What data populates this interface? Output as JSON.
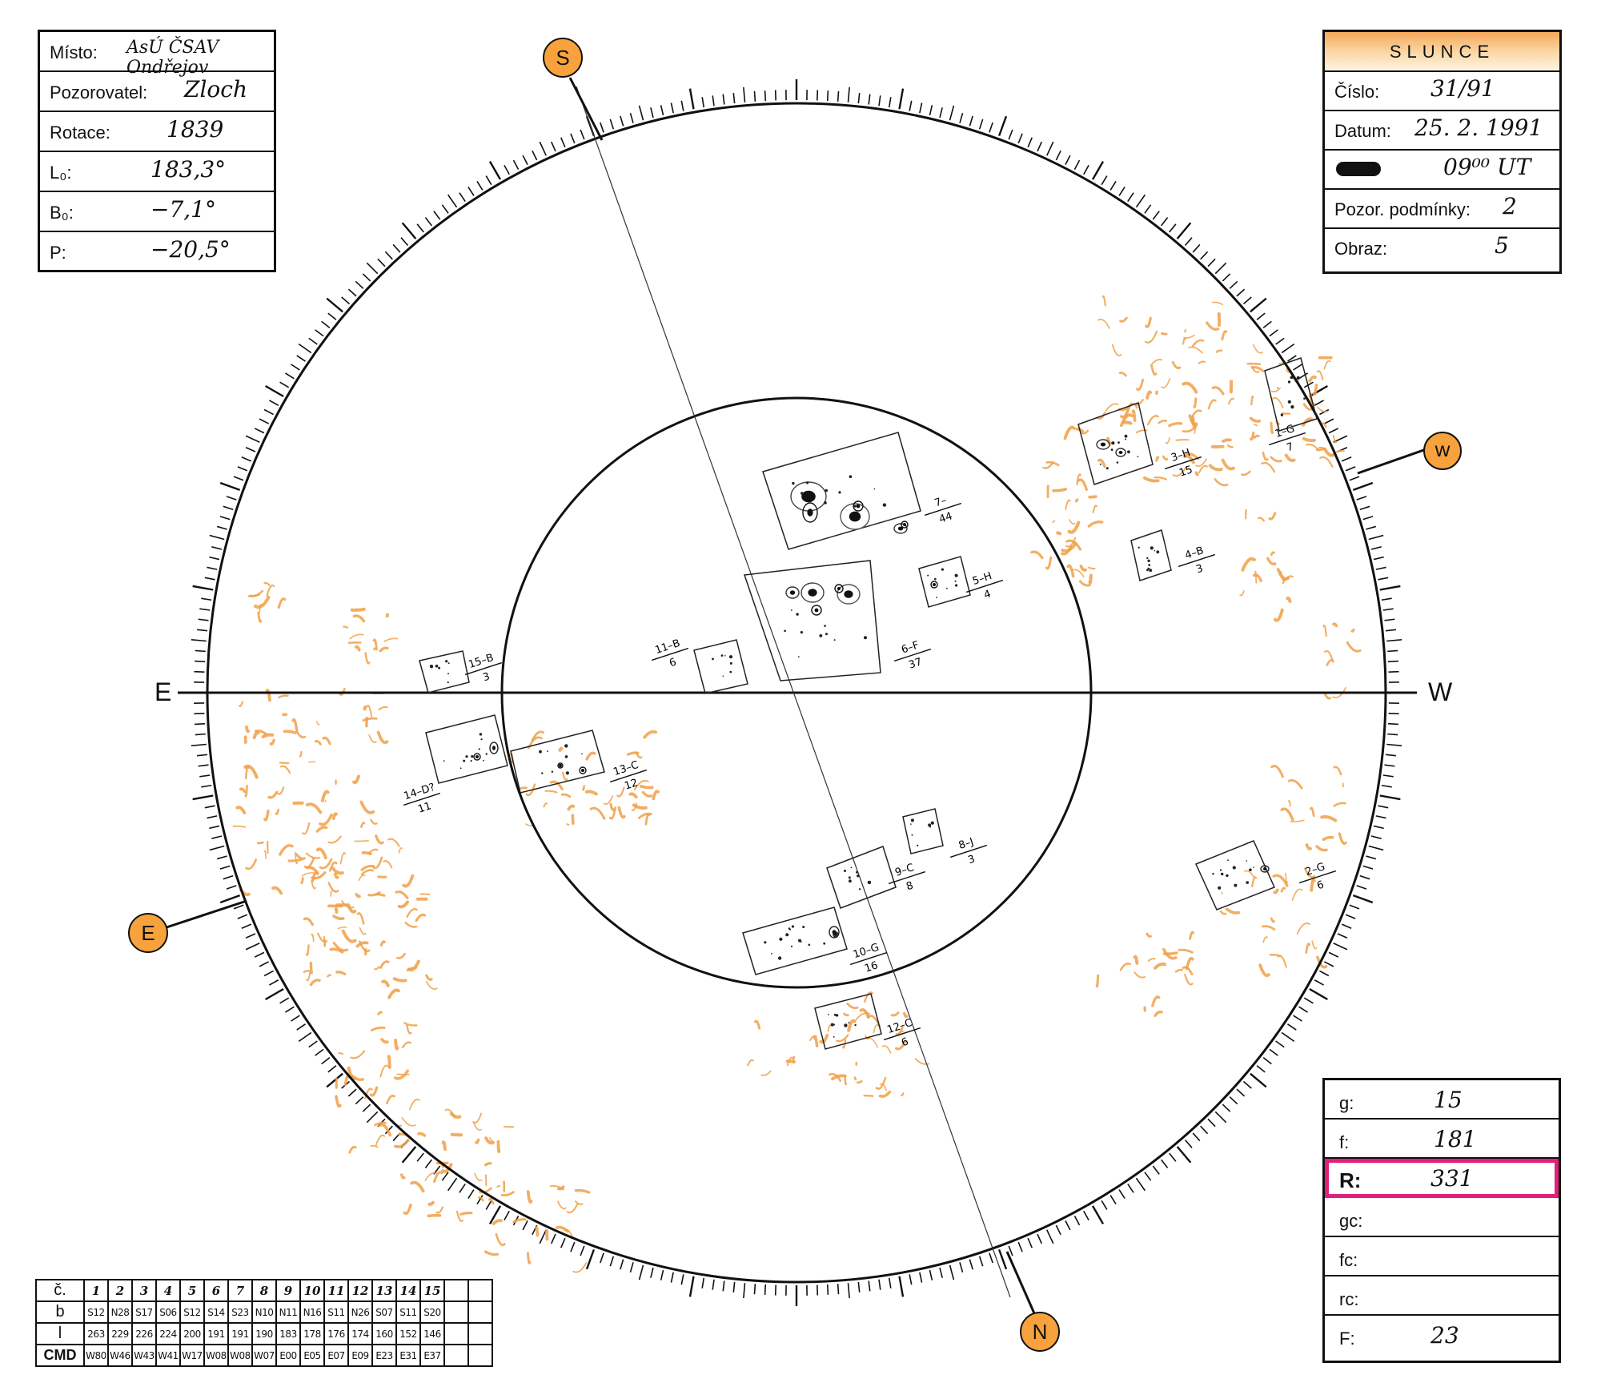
{
  "info_left": {
    "misto_label": "Místo:",
    "misto_value": "AsÚ ČSAV Ondřejov",
    "pozorovatel_label": "Pozorovatel:",
    "pozorovatel_value": "Zloch",
    "rotace_label": "Rotace:",
    "rotace_value": "1839",
    "l0_label": "L₀:",
    "l0_value": "183,3°",
    "b0_label": "B₀:",
    "b0_value": "−7,1°",
    "p_label": "P:",
    "p_value": "−20,5°"
  },
  "info_right": {
    "title": "SLUNCE",
    "cislo_label": "Číslo:",
    "cislo_value": "31/91",
    "datum_label": "Datum:",
    "datum_value": "25. 2. 1991",
    "cas_value": "09⁰⁰ UT",
    "pozor_label": "Pozor. podmínky:",
    "pozor_value": "2",
    "obraz_label": "Obraz:",
    "obraz_value": "5"
  },
  "info_calc": {
    "g_label": "g:",
    "g_value": "15",
    "f_label": "f:",
    "f_value": "181",
    "r_label": "R:",
    "r_value": "331",
    "gc_label": "gc:",
    "gc_value": "",
    "fc_label": "fc:",
    "fc_value": "",
    "rc_label": "rc:",
    "rc_value": "",
    "ff_label": "F:",
    "ff_value": "23"
  },
  "directions": {
    "east": "E",
    "west": "W",
    "s_marker": "S",
    "w_marker": "w",
    "e_marker": "E",
    "n_marker": "N"
  },
  "table": {
    "headers": {
      "c": "č.",
      "b": "b",
      "l": "l",
      "cmd": "CMD"
    },
    "c": [
      "1",
      "2",
      "3",
      "4",
      "5",
      "6",
      "7",
      "8",
      "9",
      "10",
      "11",
      "12",
      "13",
      "14",
      "15",
      "",
      ""
    ],
    "b": [
      "S12",
      "N28",
      "S17",
      "S06",
      "S12",
      "S14",
      "S23",
      "N10",
      "N11",
      "N16",
      "S11",
      "N26",
      "S07",
      "S11",
      "S20",
      "",
      ""
    ],
    "l": [
      "263",
      "229",
      "226",
      "224",
      "200",
      "191",
      "191",
      "190",
      "183",
      "178",
      "176",
      "174",
      "160",
      "152",
      "146",
      "",
      ""
    ],
    "cmd": [
      "W80",
      "W46",
      "W43",
      "W41",
      "W17",
      "W08",
      "W08",
      "W07",
      "E00",
      "E05",
      "E07",
      "E09",
      "E23",
      "E31",
      "E37",
      "",
      ""
    ]
  },
  "groups": [
    {
      "top": "1–G",
      "bottom": "7"
    },
    {
      "top": "2–G",
      "bottom": "6"
    },
    {
      "top": "3–H",
      "bottom": "15"
    },
    {
      "top": "4–B",
      "bottom": "3"
    },
    {
      "top": "5–H",
      "bottom": "4"
    },
    {
      "top": "6–F",
      "bottom": "37"
    },
    {
      "top": "7–",
      "bottom": "44"
    },
    {
      "top": "8–J",
      "bottom": "3"
    },
    {
      "top": "9–C",
      "bottom": "8"
    },
    {
      "top": "10–G",
      "bottom": "16"
    },
    {
      "top": "11–B",
      "bottom": "6"
    },
    {
      "top": "12–C",
      "bottom": "6"
    },
    {
      "top": "13–C",
      "bottom": "12"
    },
    {
      "top": "14–D?",
      "bottom": "11"
    },
    {
      "top": "15–B",
      "bottom": "3"
    }
  ]
}
